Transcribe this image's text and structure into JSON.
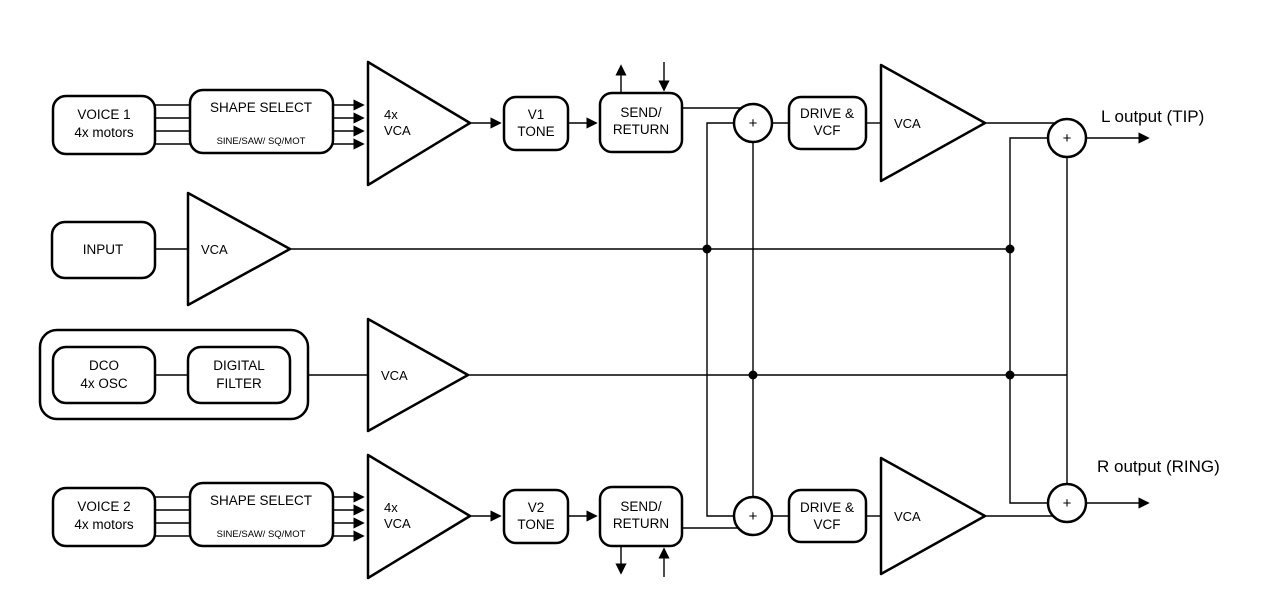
{
  "colors": {
    "line": "#000000",
    "background": "#ffffff"
  },
  "symbols": {
    "sum": "+"
  },
  "labels": {
    "l_output": "L output (TIP)",
    "r_output": "R output (RING)"
  },
  "blocks": {
    "voice1": {
      "line1": "VOICE 1",
      "line2": "4x motors"
    },
    "shape_select1": {
      "title": "SHAPE SELECT",
      "modes": "SINE/SAW/ SQ/MOT"
    },
    "vca4x_1": {
      "line1": "4x",
      "line2": "VCA"
    },
    "v1_tone": {
      "line1": "V1",
      "line2": "TONE"
    },
    "send_return1": {
      "line1": "SEND/",
      "line2": "RETURN"
    },
    "drive_vcf1": {
      "line1": "DRIVE &",
      "line2": "VCF"
    },
    "vca_l": "VCA",
    "input": "INPUT",
    "vca_input": "VCA",
    "dco": {
      "line1": "DCO",
      "line2": "4x OSC"
    },
    "digital_filter": {
      "line1": "DIGITAL",
      "line2": "FILTER"
    },
    "vca_dco": "VCA",
    "voice2": {
      "line1": "VOICE 2",
      "line2": "4x motors"
    },
    "shape_select2": {
      "title": "SHAPE SELECT",
      "modes": "SINE/SAW/ SQ/MOT"
    },
    "vca4x_2": {
      "line1": "4x",
      "line2": "VCA"
    },
    "v2_tone": {
      "line1": "V2",
      "line2": "TONE"
    },
    "send_return2": {
      "line1": "SEND/",
      "line2": "RETURN"
    },
    "drive_vcf2": {
      "line1": "DRIVE &",
      "line2": "VCF"
    },
    "vca_r": "VCA"
  }
}
